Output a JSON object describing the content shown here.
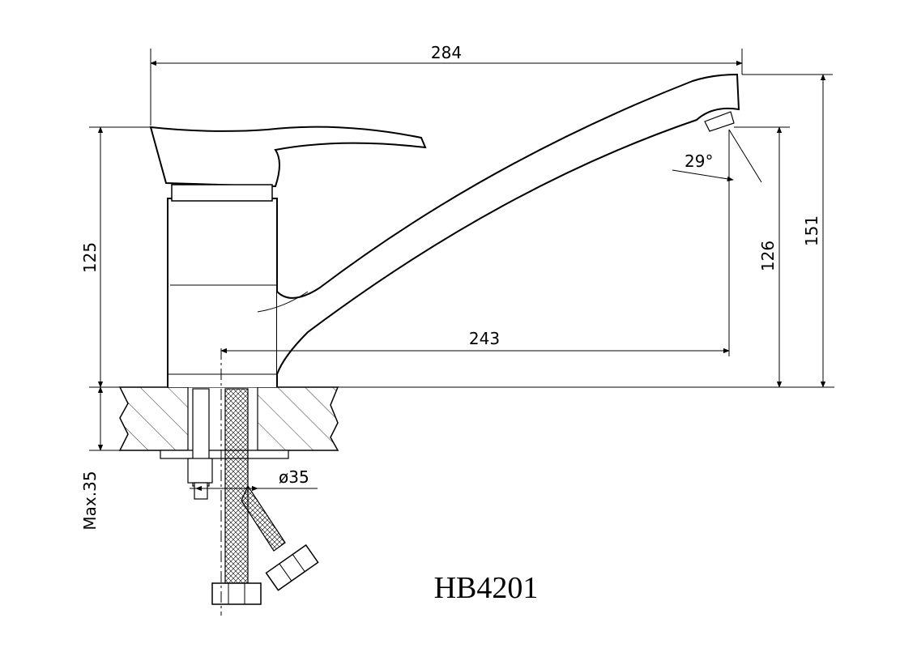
{
  "model": "HB4201",
  "dimensions": {
    "total_length": "284",
    "spout_reach": "243",
    "body_height": "125",
    "spout_outlet_height": "126",
    "total_height": "151",
    "spout_angle": "29°",
    "mount_hole": "ø35",
    "max_countertop": "Max.35"
  }
}
